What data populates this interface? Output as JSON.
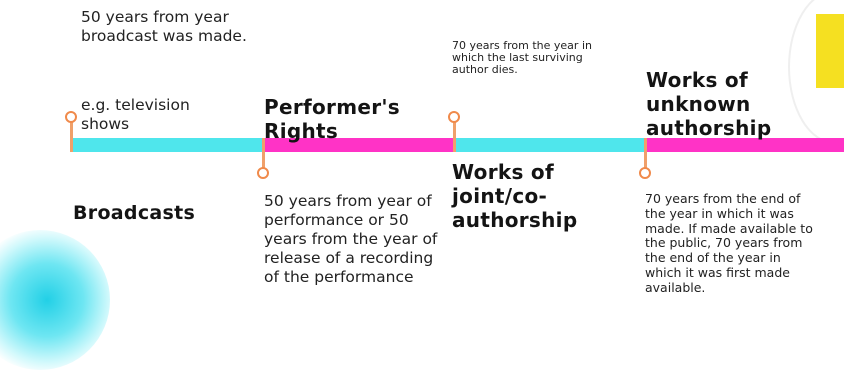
{
  "colors": {
    "cyan": "#4fe6ec",
    "magenta": "#ff33c6",
    "marker": "#f08a4b",
    "accent_yellow": "#f5e021"
  },
  "broadcasts": {
    "duration": "50 years from year broadcast was made.",
    "example": "e.g. television shows",
    "heading": "Broadcasts"
  },
  "performers": {
    "heading": "Performer's Rights",
    "duration": "50 years from year of performance or 50 years from the year of release of a recording of the performance"
  },
  "joint": {
    "duration": "70 years from the year in which the last surviving author dies.",
    "heading": "Works of joint/co-authorship"
  },
  "unknown": {
    "heading": "Works of unknown authorship",
    "duration": "70 years from the end of the year in which it was made. If made available to the public, 70 years from the end of the year in which it was first made available."
  }
}
